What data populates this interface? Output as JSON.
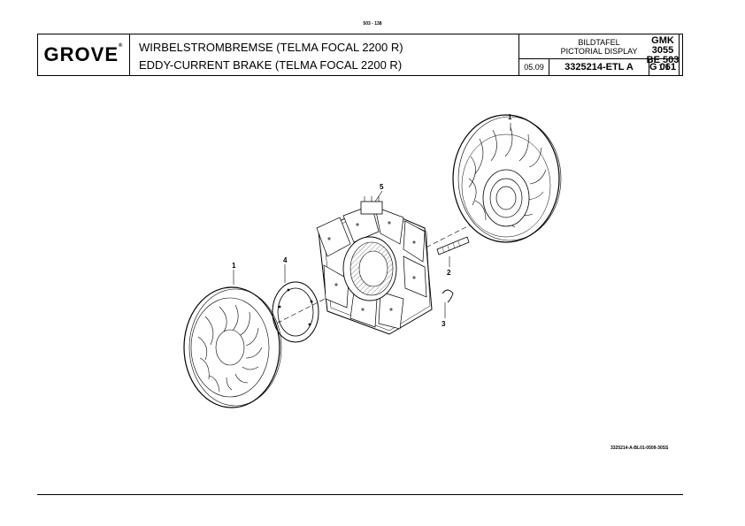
{
  "page_number": "503 - 138",
  "header": {
    "logo": "GROVE",
    "logo_mark": "®",
    "title_de": "WIRBELSTROMBREMSE (TELMA FOCAL 2200 R)",
    "title_en": "EDDY-CURRENT BRAKE (TELMA FOCAL 2200 R)",
    "display_de": "BILDTAFEL",
    "display_en": "PICTORIAL DISPLAY",
    "date": "05.09",
    "part_number": "3325214-ETL A",
    "sheet": "1/1",
    "model_line1": "GMK 3055",
    "model_line2": "BE 503",
    "group": "G 061"
  },
  "callouts": {
    "item_1_top": "1",
    "item_1_left": "1",
    "item_2": "2",
    "item_3": "3",
    "item_4": "4",
    "item_5": "5"
  },
  "reference_code": "3325214-A-BL01-0509-30SS"
}
